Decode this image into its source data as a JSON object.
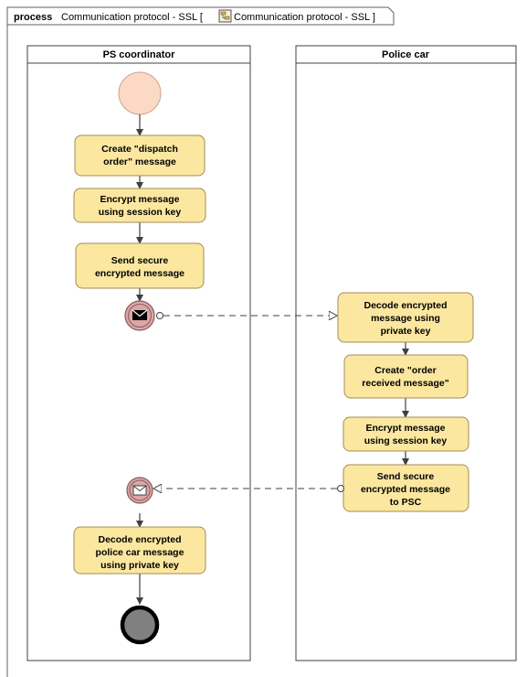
{
  "frame": {
    "keyword": "process",
    "name_part1": "Communication protocol - SSL [",
    "name_part2": "Communication protocol - SSL ]",
    "diagram_icon": "activity-diagram-icon"
  },
  "lanes": {
    "left": {
      "title": "PS coordinator"
    },
    "right": {
      "title": "Police car"
    }
  },
  "activities": {
    "create_dispatch": {
      "lines": [
        "Create \"dispatch",
        "order\" message"
      ]
    },
    "encrypt_left": {
      "lines": [
        "Encrypt message",
        "using session key"
      ]
    },
    "send_left": {
      "lines": [
        "Send secure",
        "encrypted message"
      ]
    },
    "decode_right": {
      "lines": [
        "Decode encrypted",
        "message using",
        "private key"
      ]
    },
    "create_received": {
      "lines": [
        "Create \"order",
        "received message\""
      ]
    },
    "encrypt_right": {
      "lines": [
        "Encrypt message",
        "using session key"
      ]
    },
    "send_right": {
      "lines": [
        "Send secure",
        "encrypted message",
        "to PSC"
      ]
    },
    "decode_left": {
      "lines": [
        "Decode encrypted",
        "police car message",
        "using private key"
      ]
    }
  },
  "events": {
    "start": "start-event",
    "send_message": "envelope-icon",
    "receive_message": "envelope-icon",
    "end": "end-event"
  },
  "colors": {
    "activity_fill": "#fbe7a0",
    "activity_stroke": "#a08c55",
    "start_fill": "#fbd9c4",
    "message_event_fill": "#dba6a6",
    "end_fill": "#808080"
  }
}
